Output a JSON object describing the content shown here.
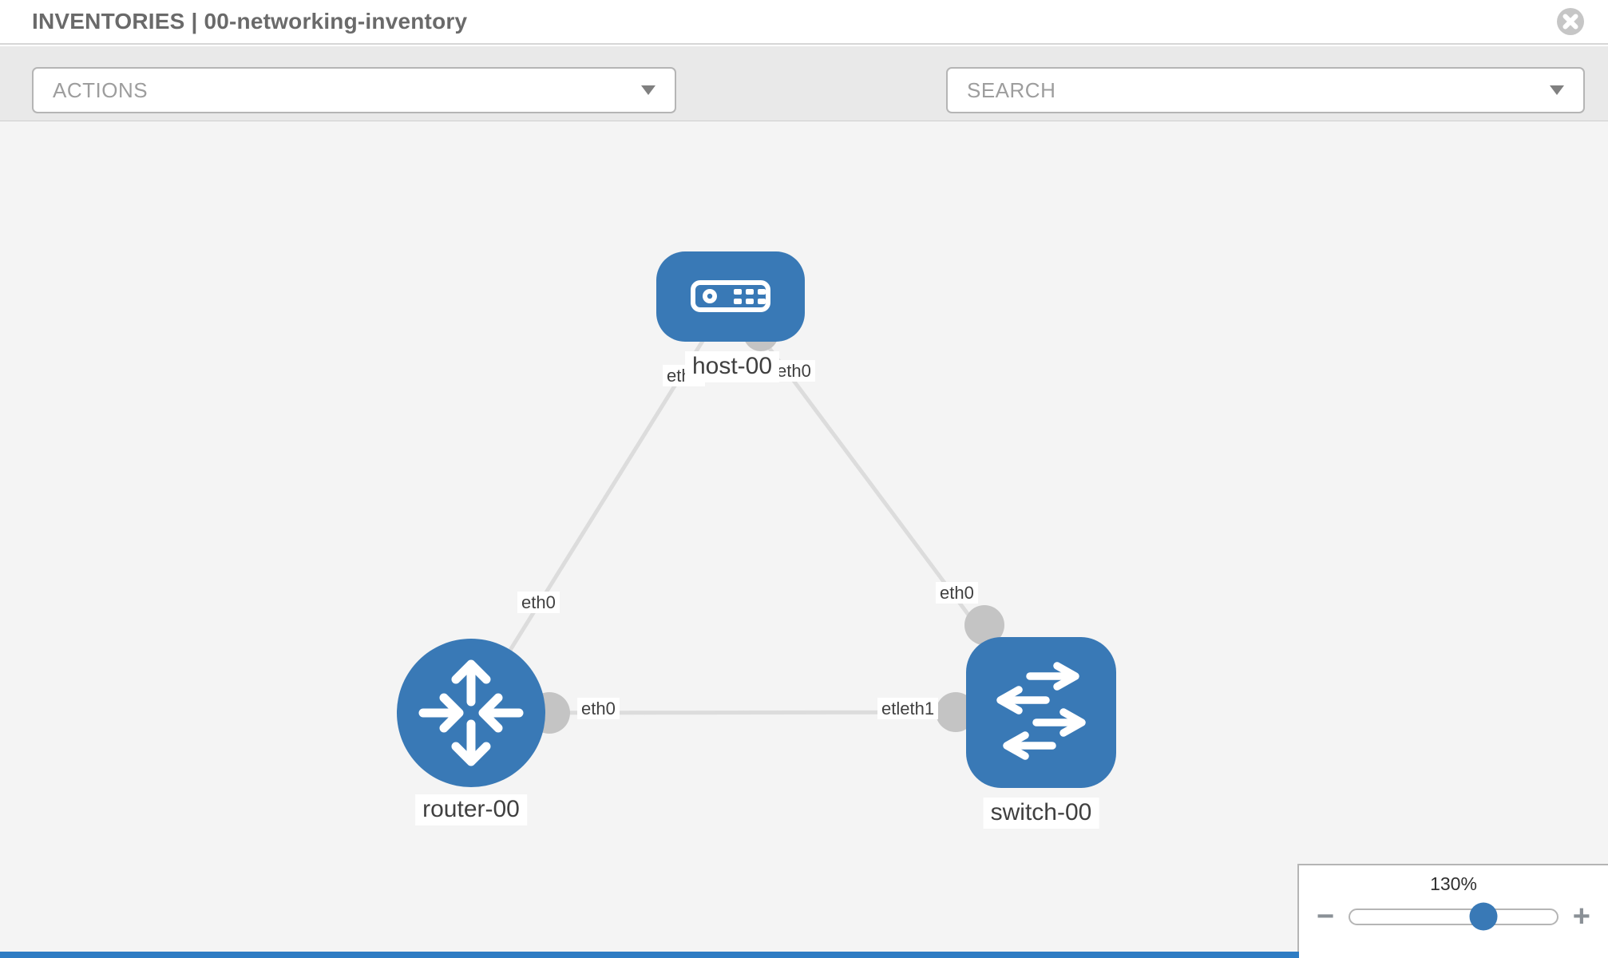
{
  "header": {
    "title": "INVENTORIES | 00-networking-inventory"
  },
  "toolbar": {
    "actions_label": "ACTIONS",
    "search_label": "SEARCH"
  },
  "icons": {
    "close": "close-icon",
    "wrench": "wrench-icon",
    "key": "key-icon",
    "caret": "caret-down-icon"
  },
  "topology": {
    "nodes": [
      {
        "label": "host-00",
        "type": "host"
      },
      {
        "label": "router-00",
        "type": "router"
      },
      {
        "label": "switch-00",
        "type": "switch"
      }
    ],
    "links": [
      {
        "from": "host-00",
        "to": "router-00",
        "from_interface": "eth0",
        "to_interface": "eth0"
      },
      {
        "from": "host-00",
        "to": "switch-00",
        "from_interface": "eth0",
        "to_interface": "eth0"
      },
      {
        "from": "router-00",
        "to": "switch-00",
        "from_interface": "eth0",
        "to_interface": "etleth1"
      }
    ]
  },
  "zoom": {
    "level": "130%",
    "minus": "−",
    "plus": "+"
  },
  "colors": {
    "node_blue": "#3979b6",
    "canvas_bg": "#f4f4f4",
    "link_gray": "#dcdcdc",
    "endpoint_gray": "#c4c4c4",
    "accent_bar": "#2e7cc3"
  }
}
